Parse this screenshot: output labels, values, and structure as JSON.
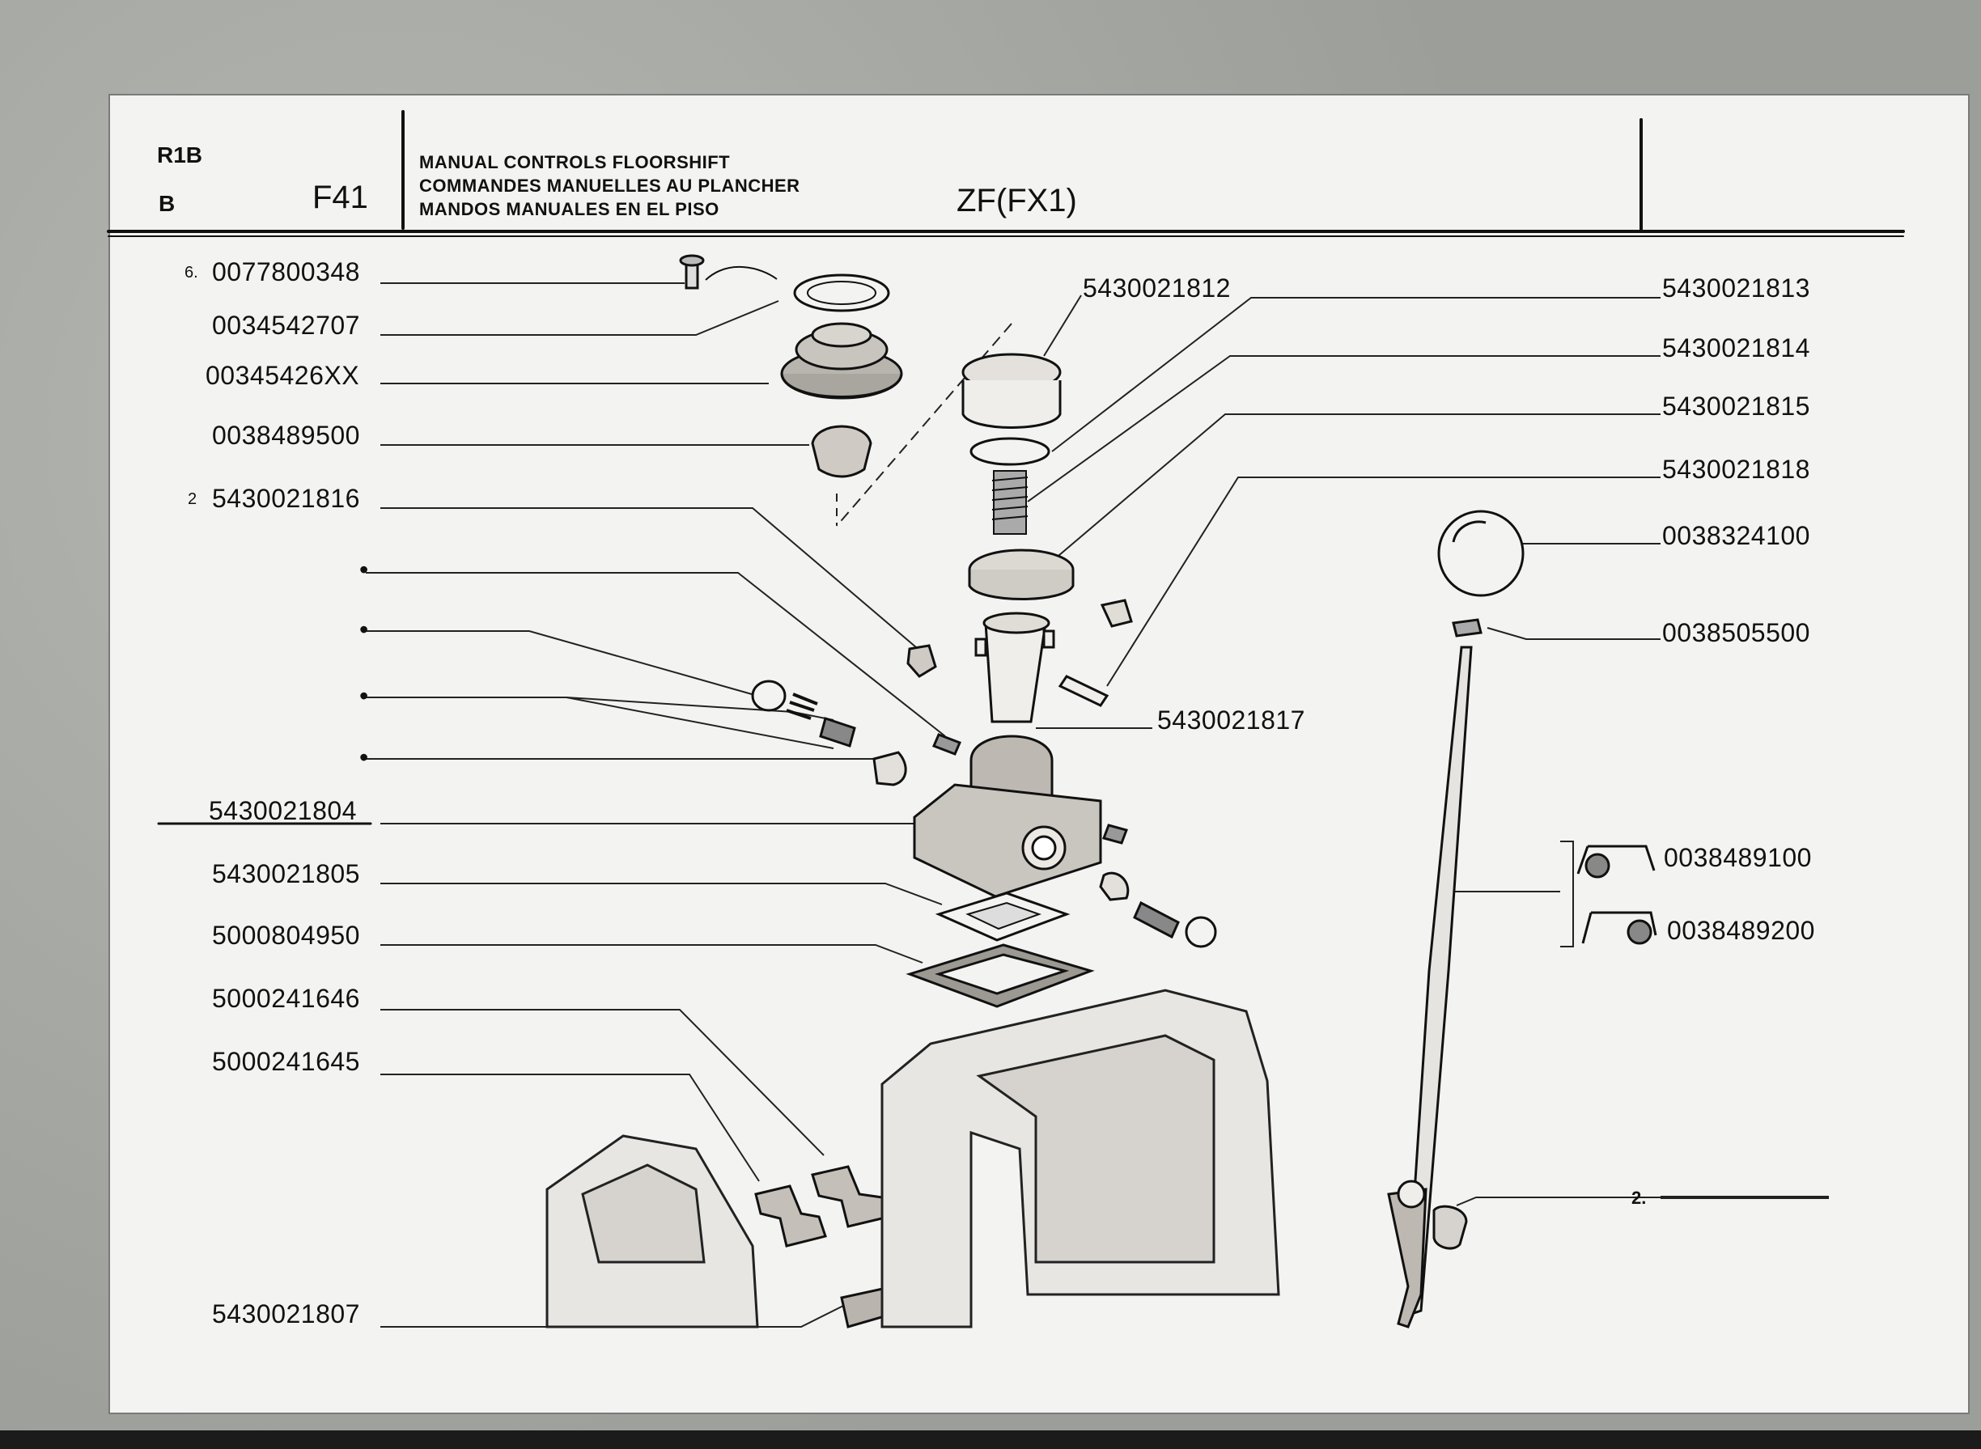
{
  "header": {
    "code_top": "R1B",
    "code_bottom": "B",
    "page_code": "F41",
    "title_lines": [
      "MANUAL CONTROLS FLOORSHIFT",
      "COMMANDES MANUELLES AU PLANCHER",
      "MANDOS MANUALES EN EL PISO"
    ],
    "model": "ZF(FX1)"
  },
  "left_parts": [
    {
      "qty": "6.",
      "number": "0077800348"
    },
    {
      "qty": "",
      "number": "0034542707"
    },
    {
      "qty": "",
      "number": "00345426XX"
    },
    {
      "qty": "",
      "number": "0038489500"
    },
    {
      "qty": "2",
      "number": "5430021816"
    },
    {
      "qty": "",
      "number": "•"
    },
    {
      "qty": "",
      "number": "•"
    },
    {
      "qty": "",
      "number": "•"
    },
    {
      "qty": "",
      "number": "•"
    },
    {
      "qty": "",
      "number": "5430021804"
    },
    {
      "qty": "",
      "number": "5430021805"
    },
    {
      "qty": "",
      "number": "5000804950"
    },
    {
      "qty": "",
      "number": "5000241646"
    },
    {
      "qty": "",
      "number": "5000241645"
    },
    {
      "qty": "",
      "number": "5430021807"
    }
  ],
  "center_parts": [
    {
      "number": "5430021812"
    },
    {
      "number": "5430021817"
    }
  ],
  "right_parts": [
    {
      "number": "5430021813"
    },
    {
      "number": "5430021814"
    },
    {
      "number": "5430021815"
    },
    {
      "number": "5430021818"
    },
    {
      "number": "0038324100"
    },
    {
      "number": "0038505500"
    },
    {
      "number": "0038489100"
    },
    {
      "number": "0038489200"
    },
    {
      "number": "2."
    }
  ]
}
